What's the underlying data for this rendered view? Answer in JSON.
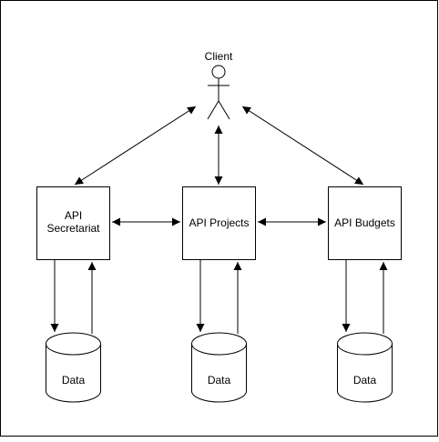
{
  "diagram": {
    "actor": {
      "label": "Client"
    },
    "apis": [
      {
        "id": "secretariat",
        "label_lines": [
          "API",
          "Secretariat"
        ]
      },
      {
        "id": "projects",
        "label_lines": [
          "API Projects"
        ]
      },
      {
        "id": "budgets",
        "label_lines": [
          "API Budgets"
        ]
      }
    ],
    "databases": [
      {
        "id": "secretariat",
        "label": "Data"
      },
      {
        "id": "projects",
        "label": "Data"
      },
      {
        "id": "budgets",
        "label": "Data"
      }
    ]
  }
}
